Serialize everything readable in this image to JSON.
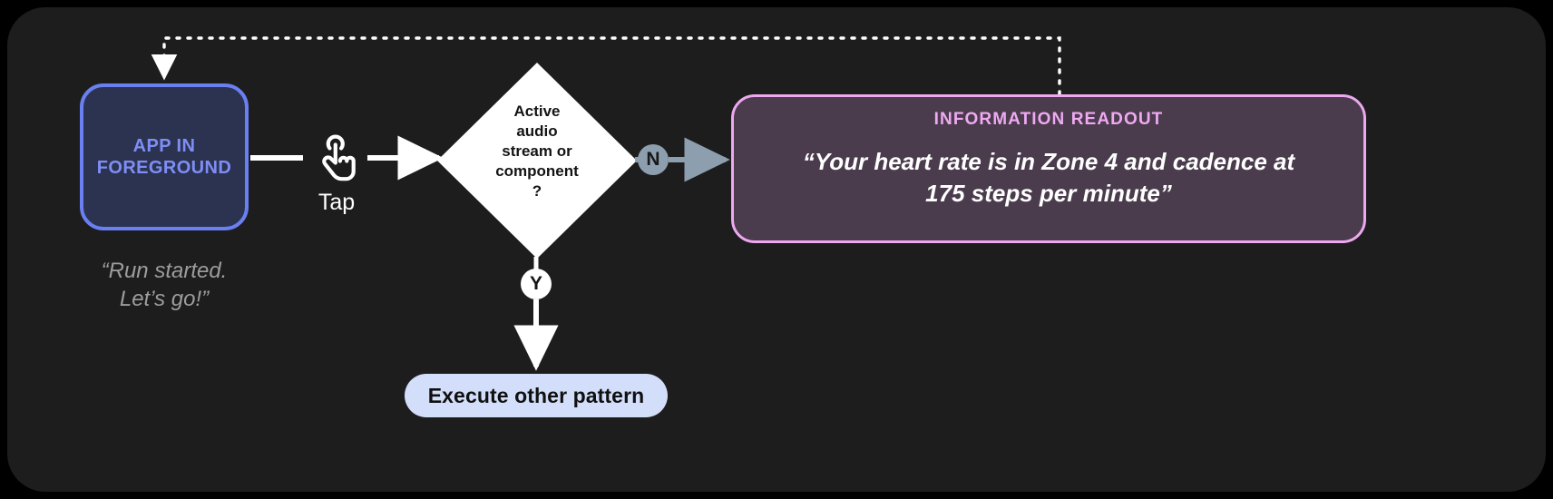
{
  "canvas": {
    "background": "#000000",
    "card_background": "#1d1d1d"
  },
  "nodes": {
    "app_foreground": {
      "label": "APP IN FOREGROUND",
      "caption": "“Run started. Let’s go!”",
      "caption_line1": "“Run started.",
      "caption_line2": "Let’s go!”",
      "border_color": "#6a7ff0",
      "fill_color": "#2b3350",
      "text_color": "#7f8ef5"
    },
    "gesture": {
      "icon": "tap-icon",
      "label": "Tap"
    },
    "decision": {
      "line1": "Active",
      "line2": "audio",
      "line3": "stream or",
      "line4": "component",
      "line5": "?",
      "fill_color": "#ffffff",
      "text_color": "#141414"
    },
    "branch_no": {
      "label": "N",
      "badge_color": "#8d9fae",
      "arrow_color": "#8d9fae"
    },
    "branch_yes": {
      "label": "Y",
      "badge_color": "#ffffff",
      "arrow_color": "#ffffff"
    },
    "other_pattern": {
      "label": "Execute other pattern",
      "fill_color": "#d3dffa",
      "text_color": "#101010"
    },
    "readout": {
      "title": "INFORMATION READOUT",
      "body_line1": "“Your heart rate is in Zone 4 and cadence at",
      "body_line2": "175 steps per minute”",
      "border_color": "#eda8f0",
      "fill_color": "#4a3b4d",
      "title_color": "#efaaf2",
      "body_color": "#ffffff"
    }
  },
  "edges": {
    "feedback_loop": {
      "style": "dotted",
      "color": "#ffffff",
      "from": "readout",
      "to": "app_foreground"
    },
    "app_to_decision": {
      "style": "solid",
      "color": "#ffffff"
    },
    "decision_to_readout": {
      "style": "solid",
      "color": "#8d9fae"
    },
    "decision_to_other": {
      "style": "solid",
      "color": "#ffffff"
    }
  }
}
